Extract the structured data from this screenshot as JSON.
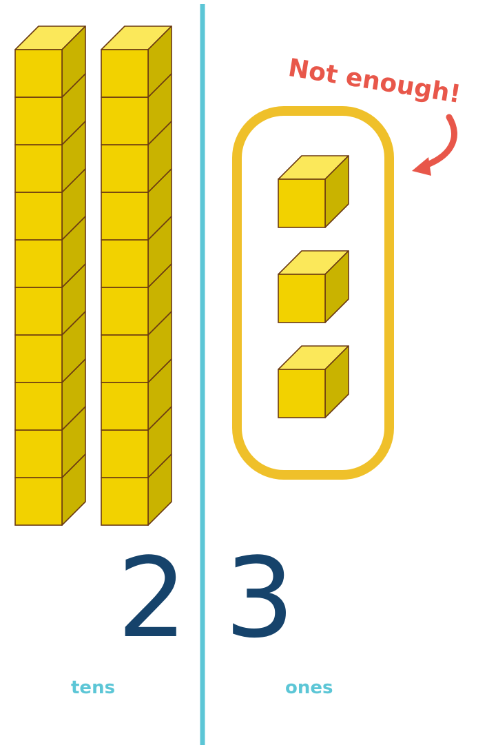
{
  "colors": {
    "cube_front": "#f2d200",
    "cube_top": "#fbe85a",
    "cube_side": "#c9b300",
    "cube_edge": "#6b3a12",
    "divider": "#5cc6d6",
    "group_outline": "#efc02a",
    "callout": "#e8574a",
    "digit": "#16436b",
    "label": "#5cc6d6"
  },
  "model": {
    "tens_rods": 2,
    "cubes_per_rod": 10,
    "ones_cubes": 3
  },
  "place_values": {
    "tens_digit": "2",
    "ones_digit": "3",
    "tens_label": "tens",
    "ones_label": "ones"
  },
  "callout": {
    "text": "Not enough!",
    "arrow_icon": "curved-arrow-icon"
  }
}
